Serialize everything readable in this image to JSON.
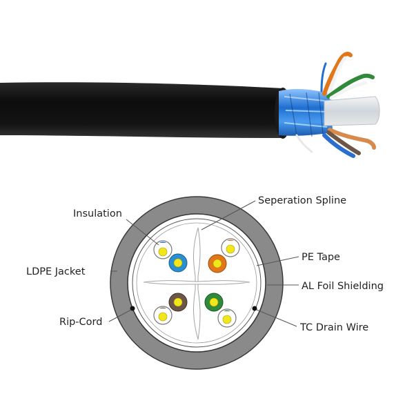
{
  "labels": {
    "separation_spline": "Seperation Spline",
    "insulation": "Insulation",
    "pe_tape": "PE Tape",
    "ldpe_jacket": "LDPE Jacket",
    "al_foil_shielding": "AL Foil Shielding",
    "rip_cord": "Rip-Cord",
    "tc_drain_wire": "TC Drain Wire"
  },
  "colors": {
    "jacket": "#101010",
    "foil": "#2e7fd6",
    "cross_section_jacket": "#8a8a8a",
    "pair_blue": "#2a8fd0",
    "pair_orange": "#e2761a",
    "pair_brown": "#6b5648",
    "pair_green": "#2f8a3a",
    "conductor": "#f2e61c"
  }
}
